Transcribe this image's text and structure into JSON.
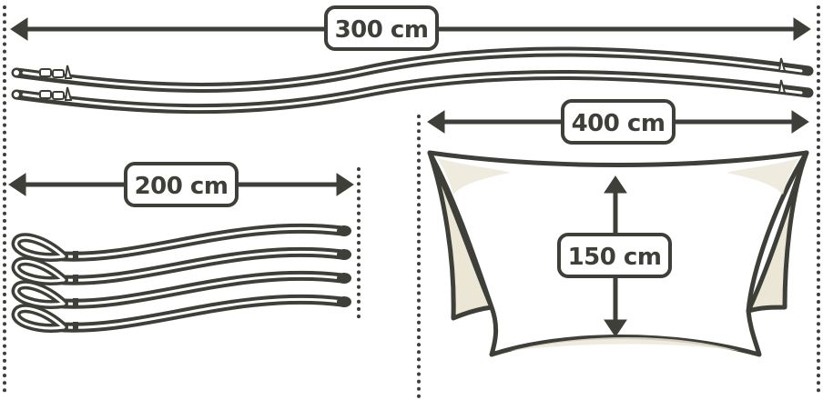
{
  "dimensions": {
    "top_length": "300 cm",
    "left_length": "200 cm",
    "sail_width": "400 cm",
    "sail_height": "150 cm"
  },
  "colors": {
    "line": "#3d3f38",
    "fabric": "#ffffff",
    "fabric_shade": "#ebe7d8",
    "fabric_back": "#f1eee3"
  }
}
